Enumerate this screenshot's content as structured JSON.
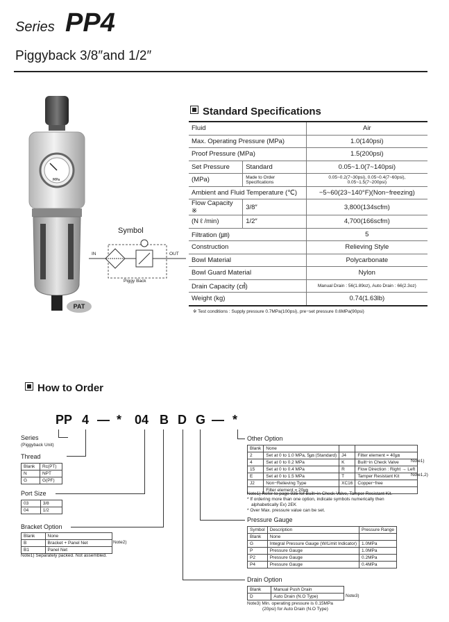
{
  "header": {
    "series_word": "Series",
    "series_code": "PP4",
    "subtitle": "Piggyback 3/8″and 1/2″"
  },
  "product_image": {
    "badge": "PAT",
    "gauge_label": "MPa"
  },
  "symbol": {
    "title": "Symbol",
    "in_label": "IN",
    "out_label": "OUT",
    "caption": "Piggy Back"
  },
  "spec": {
    "title": "Standard Specifications",
    "rows": [
      {
        "label": "Fluid",
        "value": "Air"
      },
      {
        "label": "Max. Operating Pressure (MPa)",
        "value": "1.0(140psi)"
      },
      {
        "label": "Proof Pressure (MPa)",
        "value": "1.5(200psi)"
      },
      {
        "label": "Set Pressure",
        "sub": "Standard",
        "value": "0.05~1.0(7~140psi)"
      },
      {
        "label": "(MPa)",
        "sub": "Made to Order Specifications",
        "value": "0.05~0.2(7~30psi), 0.05~0.4(7~60psi), 0.05~1.5(7~200psi)"
      },
      {
        "label": "Ambient and Fluid Temperature (℃)",
        "value": "−5~60(23~140°F)(Non−freezing)"
      },
      {
        "label": "Flow Capacity ※",
        "sub": "3/8″",
        "value": "3,800(134scfm)"
      },
      {
        "label": "(N ℓ /min)",
        "sub": "1/2″",
        "value": "4,700(166scfm)"
      },
      {
        "label": "Filtration (㎛)",
        "value": "5"
      },
      {
        "label": "Construction",
        "value": "Relieving Style"
      },
      {
        "label": "Bowl Material",
        "value": "Polycarbonate"
      },
      {
        "label": "Bowl Guard Material",
        "value": "Nylon"
      },
      {
        "label": "Drain Capacity (㎤)",
        "value": "Manual Drain : 56(1.89oz), Auto Drain : 66(2.3oz)"
      },
      {
        "label": "Weight (kg)",
        "value": "0.74(1.63lb)"
      }
    ],
    "footnote": "※ Test conditions : Supply pressure 0.7MPa(100psi), pre−set pressure 0.6MPa(90psi)"
  },
  "order": {
    "title": "How to Order",
    "code_parts": [
      "PP",
      "4",
      "—",
      "*",
      "04",
      "B",
      "D",
      "G",
      "—",
      "*"
    ],
    "series": {
      "title": "Series",
      "sub": "(Piggyback Unit)"
    },
    "thread": {
      "title": "Thread",
      "rows": [
        [
          "Blank",
          "Rc(PT)"
        ],
        [
          "N",
          "NPT"
        ],
        [
          "G",
          "G(PF)"
        ]
      ]
    },
    "port_size": {
      "title": "Port Size",
      "rows": [
        [
          "03",
          "3/8"
        ],
        [
          "04",
          "1/2"
        ]
      ]
    },
    "bracket": {
      "title": "Bracket Option",
      "rows": [
        [
          "Blank",
          "None"
        ],
        [
          "B",
          "Bracket + Panel Net"
        ],
        [
          "B1",
          "Panel Net"
        ]
      ],
      "side_note": "Note2)",
      "note": "Note1) Separately packed. Not assembled."
    },
    "other": {
      "title": "Other Option",
      "rows": [
        [
          "Blank",
          "None",
          "",
          ""
        ],
        [
          "2",
          "Set at 0 to 1.0 MPa, 5㎛ (Standard)",
          "J4",
          "Filter element = 40㎛"
        ],
        [
          "4",
          "Set at 0 to 0.2 MPa",
          "K",
          "Built−in Check Valve"
        ],
        [
          "15",
          "Set at 0 to 0.4 MPa",
          "R",
          "Flow Direction : Right → Left"
        ],
        [
          "E",
          "Set at 0 to 1.5 MPa",
          "T",
          "Tamper Resistant Kit"
        ],
        [
          "J2",
          "Non−Relieving Type",
          "XC16",
          "Copper−free"
        ]
      ],
      "row_extra": [
        "Filter element = 20㎛"
      ],
      "side_note1": "Note1)",
      "side_note2": "Note1,2)",
      "notes": [
        "Note1) Refer to page 935 for Built−in Check Valve, Tamper Resistant Kit.",
        "* If ordering more than one option, indicate symbols numerically then",
        "alphabetically Ex) 2EK",
        "* Over Max. pressure value can be set."
      ]
    },
    "gauge": {
      "title": "Pressure Gauge",
      "header": [
        "Symbol",
        "Description",
        "Pressure Range"
      ],
      "rows": [
        [
          "Blank",
          "None",
          ""
        ],
        [
          "G",
          "Integral Pressure Gauge (W/Limit Indicator)",
          "1.0MPa"
        ],
        [
          "P",
          "Pressure Gauge",
          "1.0MPa"
        ],
        [
          "P2",
          "Pressure Gauge",
          "0.2MPa"
        ],
        [
          "P4",
          "Pressure Gauge",
          "0.4MPa"
        ]
      ]
    },
    "drain": {
      "title": "Drain Option",
      "rows": [
        [
          "Blank",
          "Manual Push Drain"
        ],
        [
          "D",
          "Auto Drain (N.O Type)"
        ]
      ],
      "side_note": "Note3)",
      "notes": [
        "Note3) Min. operating pressure is 0.15MPa",
        "(20psi) for Auto Drain (N.O Type)"
      ]
    }
  }
}
